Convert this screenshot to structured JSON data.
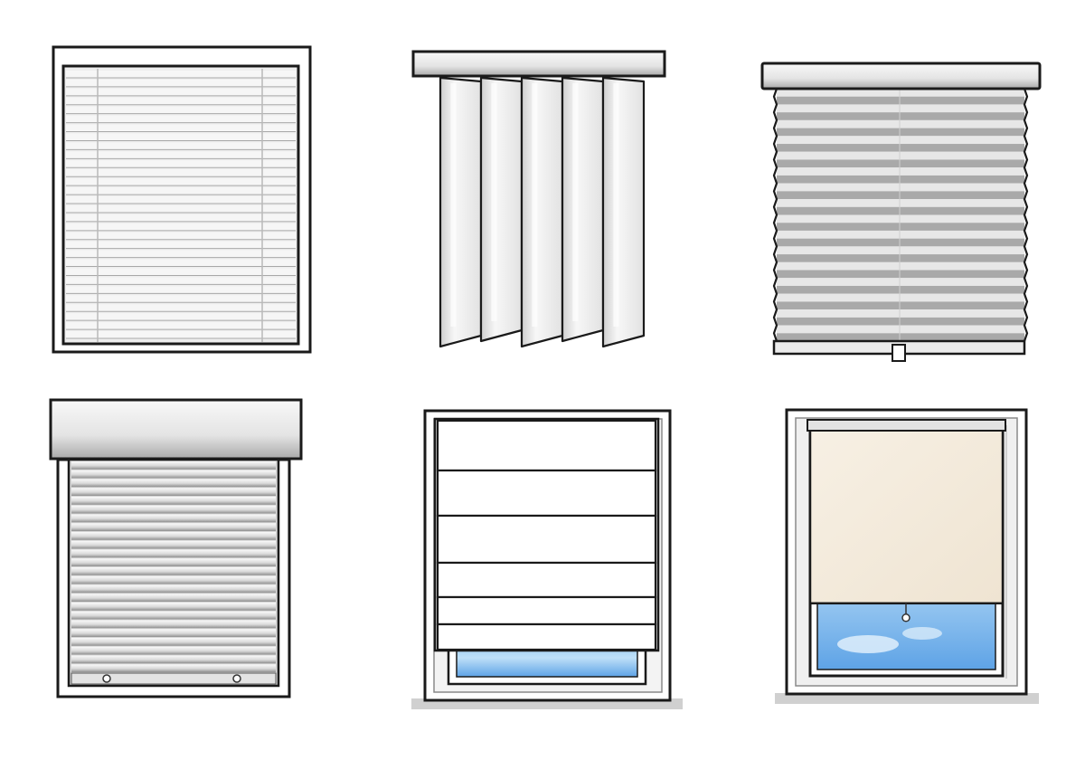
{
  "colors": {
    "background": "#ffffff",
    "outline": "#1a1a1a",
    "frame_fill": "#ffffff",
    "slat_light": "#f4f4f4",
    "slat_mid": "#d2d2d2",
    "slat_dark": "#9a9a9a",
    "headrail_light": "#f2f2f2",
    "headrail_dark": "#b5b5b5",
    "roller_fabric": "#f3eadc",
    "sky_light": "#d8ecfb",
    "sky_dark": "#6fb0ea",
    "sill": "#cfcfcf"
  },
  "items": [
    {
      "kind": "venetian-blind",
      "icon": "venetian-blind-icon",
      "slats": 30
    },
    {
      "kind": "vertical-blind",
      "icon": "vertical-blind-icon",
      "vanes": 5
    },
    {
      "kind": "pleated-blind",
      "icon": "pleated-blind-icon",
      "pleats": 16
    },
    {
      "kind": "roller-shutter",
      "icon": "roller-shutter-icon",
      "slats": 24
    },
    {
      "kind": "roman-blind",
      "icon": "roman-blind-icon",
      "folds": 6
    },
    {
      "kind": "roller-blind",
      "icon": "roller-blind-icon",
      "open_fraction": 0.2
    }
  ]
}
